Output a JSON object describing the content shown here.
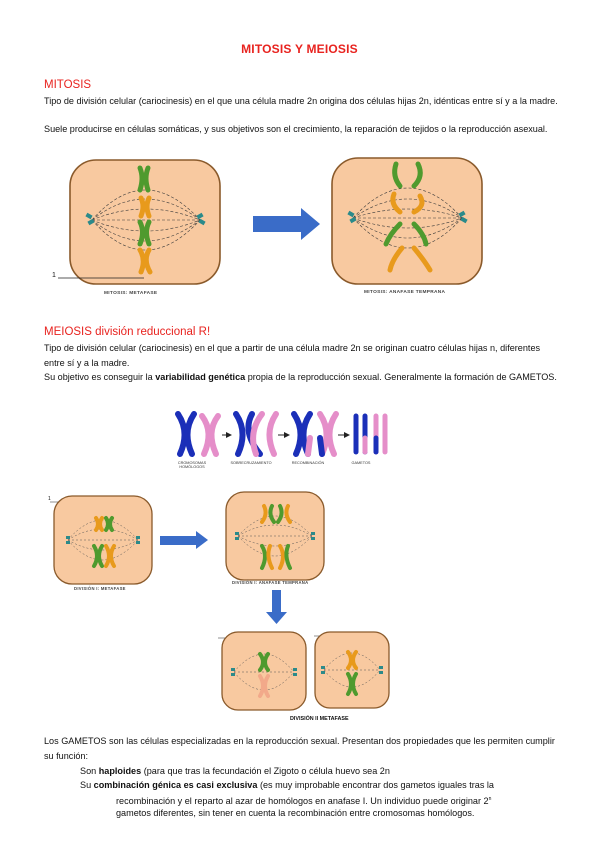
{
  "doc": {
    "title": "MITOSIS Y MEIOSIS",
    "mitosis": {
      "heading": "MITOSIS",
      "p1": "Tipo de división celular (cariocinesis) en el que una célula madre 2n origina dos células hijas 2n, idénticas entre sí y a la madre.",
      "p2": "Suele producirse en células somáticas, y sus objetivos son el crecimiento, la reparación de tejidos o la reproducción asexual.",
      "fig_label_1": "MITOSIS: METAFASE",
      "fig_label_2": "MITOSIS: ANAFASE TEMPRANA",
      "pointer_number": "1"
    },
    "meiosis": {
      "heading": "MEIOSIS división reduccional R!",
      "p1": "Tipo de división celular (cariocinesis) en el que a partir de una célula madre 2n se originan cuatro células hijas n, diferentes entre sí y a la madre.",
      "p2_before": "Su objetivo es conseguir la ",
      "p2_bold": "variabilidad genética",
      "p2_after": " propia de la reproducción sexual. Generalmente la formación de GAMETOS.",
      "crossover_labels": [
        "CROMOSOMAS HOMÓLOGOS",
        "SOBRECRUZAMIENTO",
        "RECOMBINACIÓN",
        "GAMETOS"
      ],
      "fig_label_d1_meta": "DIVISIÓN I: METAFASE",
      "fig_label_d1_ana": "DIVISIÓN I: ANAFASE TEMPRANA",
      "fig_label_d2_meta": "DIVISIÓN II METAFASE",
      "pointer_number": "1"
    },
    "gametos": {
      "p1": "Los GAMETOS son las células especializadas en la reproducción sexual. Presentan dos propiedades que les permiten cumplir su función:",
      "l1_prefix": "Son ",
      "l1_bold": "haploides",
      "l1_rest": " (para que tras la fecundación el Zigoto o célula huevo sea 2n",
      "l2_prefix": "Su ",
      "l2_bold": "combinación génica es casi exclusiva",
      "l2_rest": " (es muy improbable encontrar dos gametos iguales tras la",
      "l3": "recombinación y el reparto al azar de homólogos en anafase I. Un individuo puede originar 2",
      "l3_sup": "n",
      "l4": "gametos diferentes, sin tener en cuenta la recombinación entre cromosomas homólogos."
    }
  },
  "colors": {
    "red": "#e8231f",
    "cell_fill": "#f8c9a0",
    "cell_border": "#8a5a2b",
    "arrow_blue": "#3a6cc8",
    "chrom_green": "#4f9a2e",
    "chrom_orange": "#e89a1c",
    "chrom_blue": "#1b2fb8",
    "chrom_pink": "#e58ec9"
  }
}
